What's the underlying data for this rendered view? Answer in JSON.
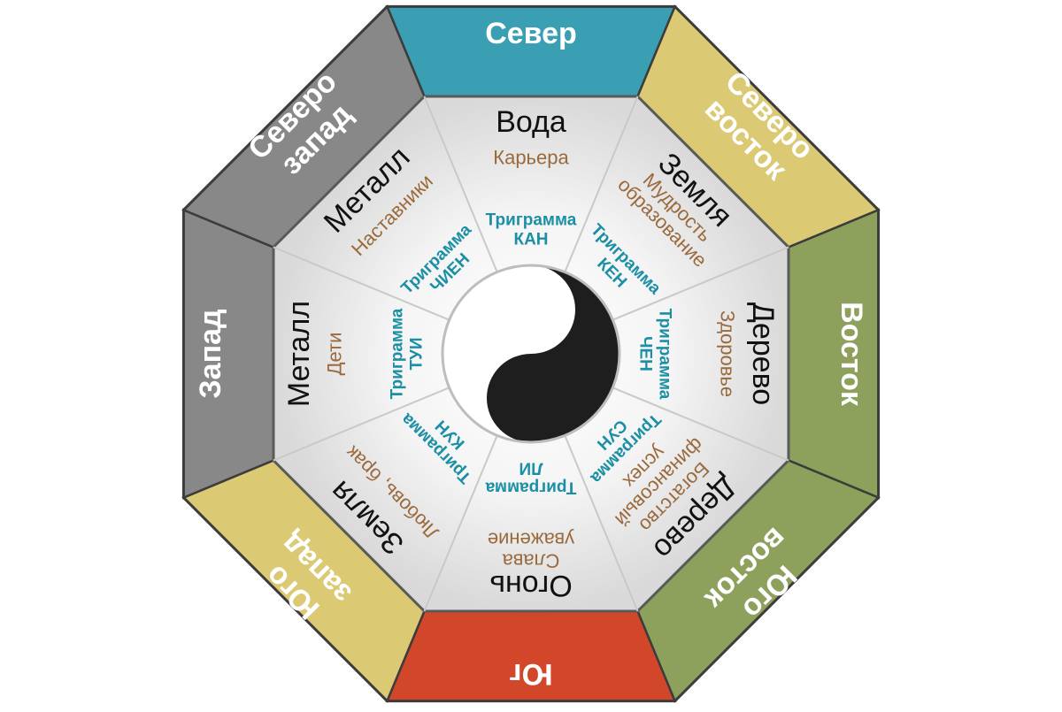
{
  "colors": {
    "north": "#3a9fb3",
    "northeast": "#dcc974",
    "east": "#8ea15c",
    "southeast": "#8ea15c",
    "south": "#d2472a",
    "southwest": "#dcc974",
    "west": "#888888",
    "northwest": "#888888",
    "dir_text": "#ffffff",
    "element_text": "#111111",
    "aspect_text": "#9a6a3c",
    "trigram_text": "#1b8fa5"
  },
  "directions": {
    "north": [
      "Север"
    ],
    "northeast": [
      "Северо",
      "восток"
    ],
    "east": [
      "Восток"
    ],
    "southeast": [
      "Юго",
      "восток"
    ],
    "south": [
      "Юг"
    ],
    "southwest": [
      "Юго",
      "запад"
    ],
    "west": [
      "Запад"
    ],
    "northwest": [
      "Северо",
      "запад"
    ]
  },
  "sectors": {
    "north": {
      "element": "Вода",
      "aspect": [
        "Карьера"
      ],
      "trigram": [
        "Триграмма",
        "КАН"
      ]
    },
    "northeast": {
      "element": "Земля",
      "aspect": [
        "Мудрость",
        "образование"
      ],
      "trigram": [
        "Триграмма",
        "КЕН"
      ]
    },
    "east": {
      "element": "Дерево",
      "aspect": [
        "Здоровье"
      ],
      "trigram": [
        "Триграмма",
        "ЧЕН"
      ]
    },
    "southeast": {
      "element": "Дерево",
      "aspect": [
        "Богатство",
        "финансовый",
        "успех"
      ],
      "trigram": [
        "Триграмма",
        "СУН"
      ]
    },
    "south": {
      "element": "Огонь",
      "aspect": [
        "Слава",
        "уважение"
      ],
      "trigram": [
        "Триграмма",
        "ЛИ"
      ]
    },
    "southwest": {
      "element": "Земля",
      "aspect": [
        "Любовь, брак"
      ],
      "trigram": [
        "Триграмма",
        "КУН"
      ]
    },
    "west": {
      "element": "Металл",
      "aspect": [
        "Дети"
      ],
      "trigram": [
        "Триграмма",
        "ТУИ"
      ]
    },
    "northwest": {
      "element": "Металл",
      "aspect": [
        "Наставники"
      ],
      "trigram": [
        "Триграмма",
        "ЧИЕН"
      ]
    }
  },
  "center": {
    "icon": "yin-yang-icon"
  }
}
